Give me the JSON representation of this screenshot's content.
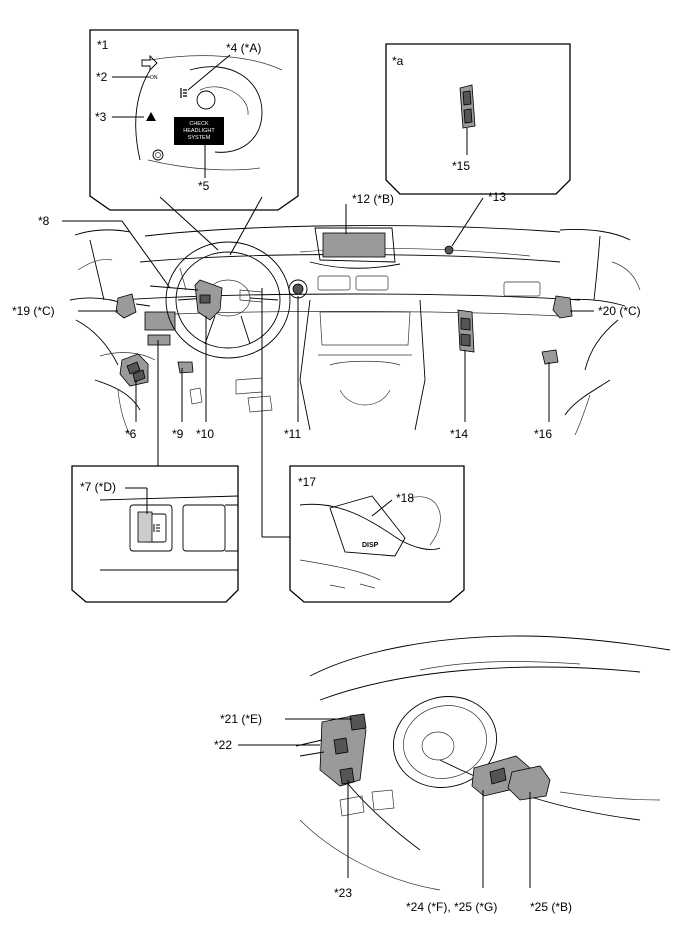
{
  "labels": {
    "l1": "*1",
    "l2": "*2",
    "l3": "*3",
    "l4": "*4 (*A)",
    "l5": "*5",
    "l6": "*6",
    "l7": "*7 (*D)",
    "l8": "*8",
    "l9": "*9",
    "l10": "*10",
    "l11": "*11",
    "l12": "*12 (*B)",
    "l13": "*13",
    "l14": "*14",
    "l15": "*15",
    "l16": "*16",
    "l17": "*17",
    "l18": "*18",
    "l19": "*19 (*C)",
    "l20": "*20 (*C)",
    "l21": "*21 (*E)",
    "l22": "*22",
    "l23": "*23",
    "l24": "*24 (*F), *25 (*G)",
    "l25": "*25 (*B)",
    "la": "*a"
  },
  "display": {
    "warning_line1": "CHECK",
    "warning_line2": "HEADLIGHT",
    "warning_line3": "SYSTEM",
    "disp_button": "DISP",
    "indicator_text": "ON"
  }
}
